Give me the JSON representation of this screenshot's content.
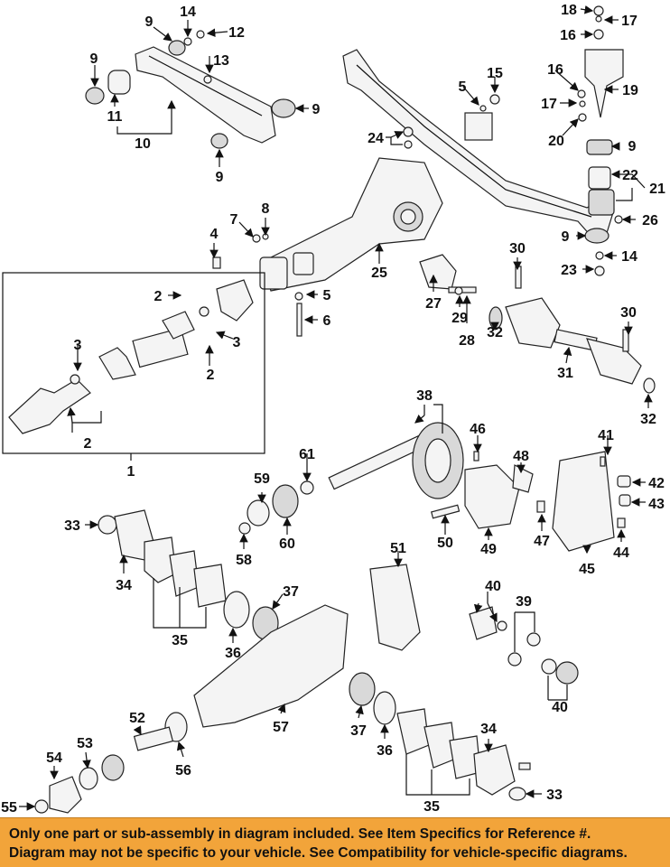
{
  "callouts": [
    "1",
    "2",
    "3",
    "4",
    "5",
    "6",
    "7",
    "8",
    "9",
    "10",
    "11",
    "12",
    "13",
    "14",
    "15",
    "16",
    "17",
    "18",
    "19",
    "20",
    "21",
    "22",
    "23",
    "24",
    "25",
    "26",
    "27",
    "28",
    "29",
    "30",
    "31",
    "32",
    "33",
    "34",
    "35",
    "36",
    "37",
    "38",
    "39",
    "40",
    "41",
    "42",
    "43",
    "44",
    "45",
    "46",
    "47",
    "48",
    "49",
    "50",
    "51",
    "52",
    "53",
    "54",
    "55",
    "56",
    "57",
    "58",
    "59",
    "60",
    "61"
  ],
  "footer": {
    "line1": "Only one part or sub-assembly in diagram included. See Item Specifics for Reference #.",
    "line2": "Diagram may not be specific to your vehicle. See Compatibility for vehicle-specific diagrams."
  },
  "colors": {
    "banner": "#f2a43a",
    "line": "#111111"
  }
}
